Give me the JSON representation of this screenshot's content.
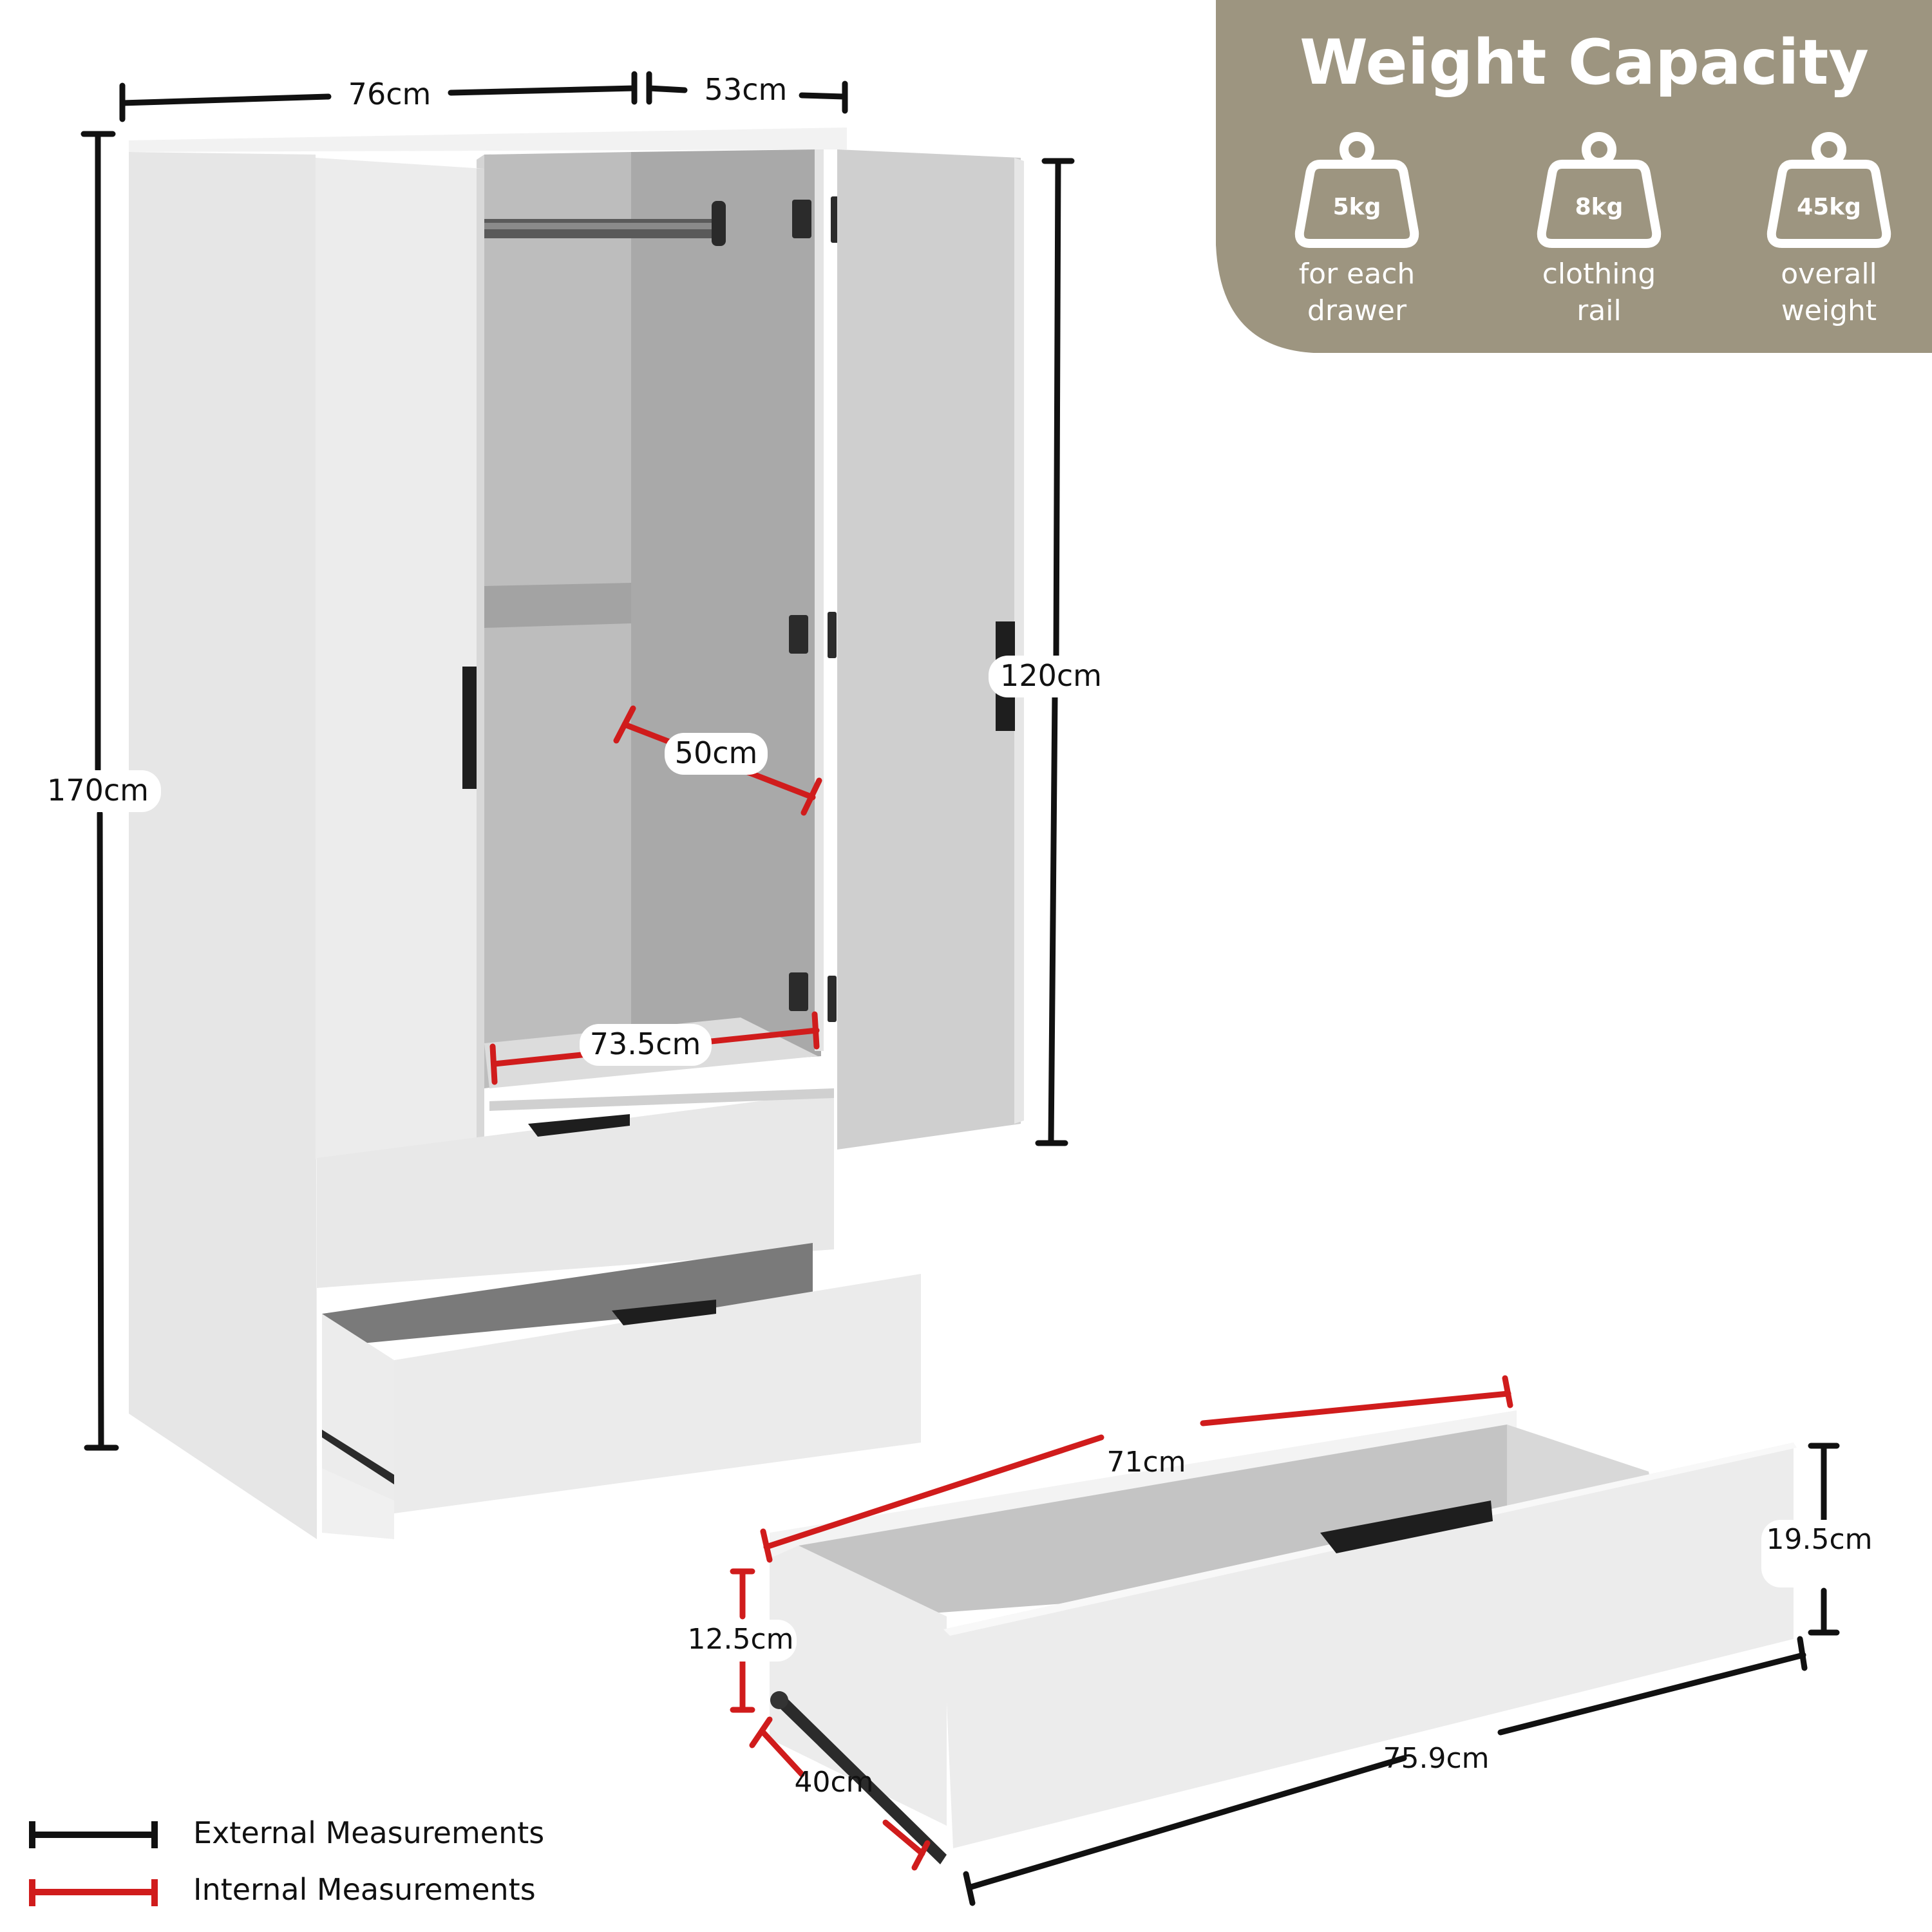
{
  "weight_capacity": {
    "title": "Weight Capacity",
    "panel_color": "#9d9580",
    "items": [
      {
        "value": "5kg",
        "line1": "for each",
        "line2": "drawer",
        "icon": "weight-icon"
      },
      {
        "value": "8kg",
        "line1": "clothing",
        "line2": "rail",
        "icon": "weight-icon"
      },
      {
        "value": "45kg",
        "line1": "overall",
        "line2": "weight",
        "icon": "weight-icon"
      }
    ]
  },
  "wardrobe": {
    "width_label": "76cm",
    "depth_label": "53cm",
    "height_label": "170cm",
    "door_height_label": "120cm",
    "internal_depth_label": "50cm",
    "internal_width_label": "73.5cm"
  },
  "drawer": {
    "internal_length_label": "71cm",
    "internal_height_label": "12.5cm",
    "external_height_label": "19.5cm",
    "internal_depth_label": "40cm",
    "external_length_label": "75.9cm"
  },
  "legend": {
    "external_label": "External Measurements",
    "internal_label": "Internal Measurements",
    "external_color": "#111111",
    "internal_color": "#d01c1c"
  }
}
